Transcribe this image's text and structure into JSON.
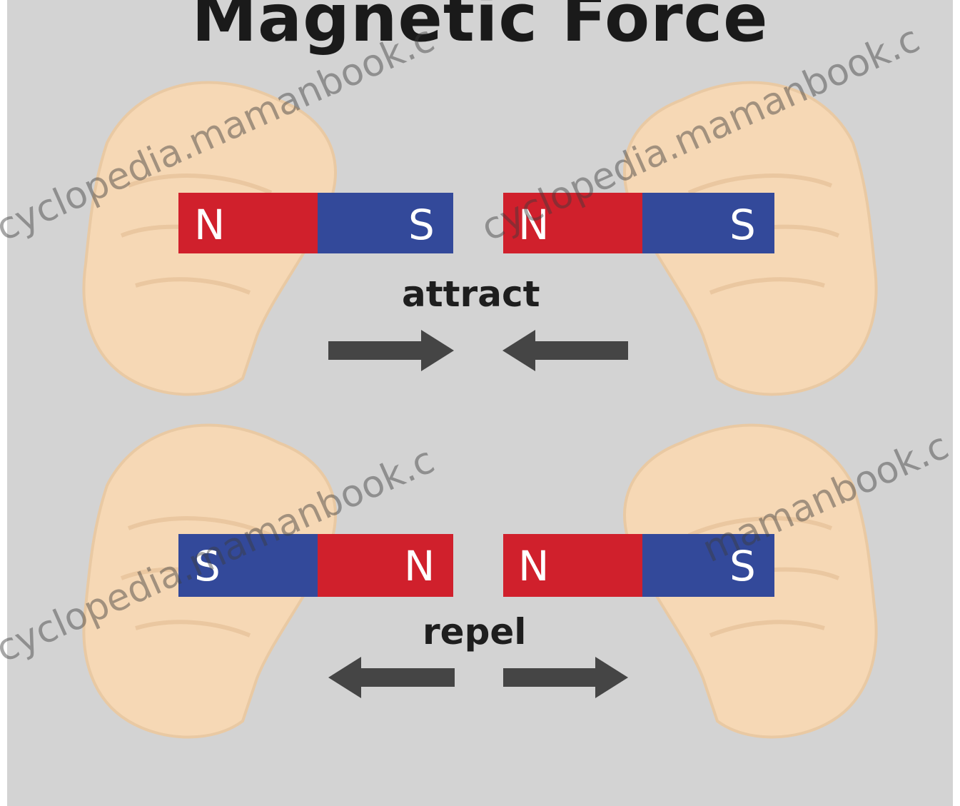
{
  "title": "Magnetic Force",
  "captions": {
    "attract": "attract",
    "repel": "repel"
  },
  "pairs": [
    {
      "name": "attract",
      "left_magnet": [
        "N",
        "S"
      ],
      "right_magnet": [
        "N",
        "S"
      ],
      "arrows": "inward"
    },
    {
      "name": "repel",
      "left_magnet": [
        "S",
        "N"
      ],
      "right_magnet": [
        "N",
        "S"
      ],
      "arrows": "outward"
    }
  ],
  "watermark": {
    "top_left": "cyclopedia.mamanbook.c",
    "top_right": "cyclopedia.mamanbook.c",
    "bottom_left": "cyclopedia.mamanbook.c",
    "bottom_right": "mamanbook.c"
  },
  "colors": {
    "background": "#d3d3d3",
    "north": "#d0202c",
    "south": "#33499a",
    "skin": "#f6d8b5",
    "arrow": "#454545",
    "text": "#1e1e1e"
  }
}
